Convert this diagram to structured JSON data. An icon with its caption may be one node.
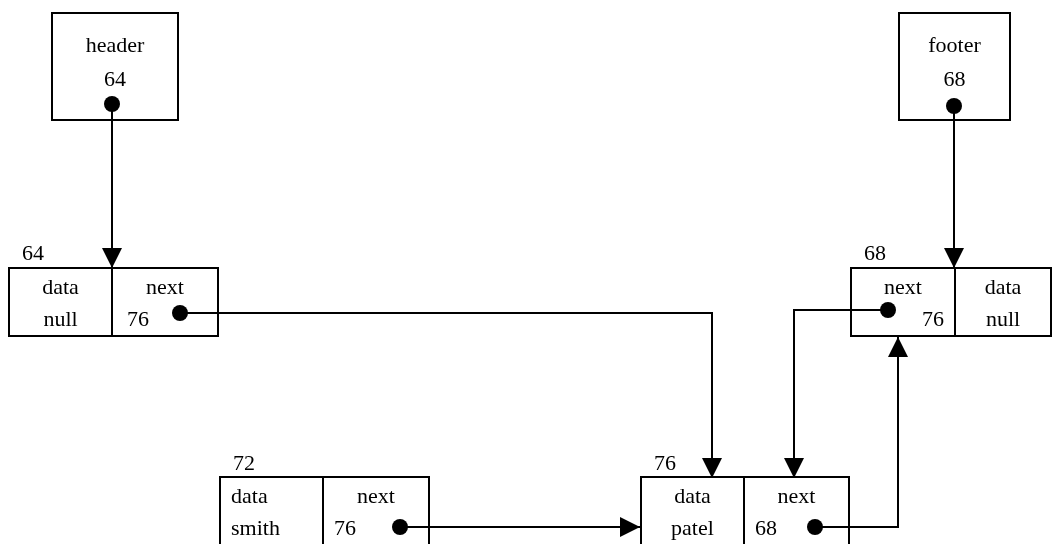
{
  "diagram": {
    "nodes": [
      {
        "text": [
          "header",
          "64"
        ]
      },
      {
        "text": [
          "footer",
          "68"
        ]
      },
      {
        "text": [
          "64"
        ]
      },
      {
        "text": [
          "data",
          "null"
        ],
        "in": 2
      },
      {
        "text": [
          "next",
          "76"
        ],
        "in": 2
      },
      {
        "text": [
          "68"
        ]
      },
      {
        "text": [
          "next",
          "76"
        ],
        "in": 5
      },
      {
        "text": [
          "data",
          "null"
        ],
        "in": 5
      },
      {
        "text": [
          "72"
        ]
      },
      {
        "text": [
          "data",
          "smith"
        ],
        "in": 8
      },
      {
        "text": [
          "next",
          "76"
        ],
        "in": 8
      },
      {
        "text": [
          "76"
        ]
      },
      {
        "text": [
          "data",
          "patel"
        ],
        "in": 11
      },
      {
        "text": [
          "next",
          "68"
        ],
        "in": 11
      }
    ],
    "edges": [
      {
        "from": 0,
        "to": 2,
        "arrow": "to"
      },
      {
        "from": 1,
        "to": 5,
        "arrow": "to"
      },
      {
        "from": 4,
        "to": 11,
        "arrow": "to"
      },
      {
        "from": 10,
        "to": 11,
        "arrow": "to"
      },
      {
        "from": 6,
        "to": 11,
        "arrow": "to"
      },
      {
        "from": 13,
        "to": 5,
        "arrow": "to"
      }
    ]
  }
}
